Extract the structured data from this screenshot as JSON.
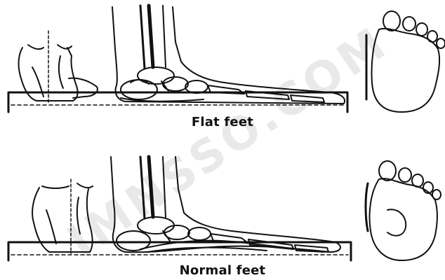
{
  "captions": {
    "flat": "Flat feet",
    "normal": "Normal feet"
  },
  "watermark": "IMNSSO.COM",
  "colors": {
    "ink": "#111111",
    "background": "#ffffff",
    "watermark": "#e9e9e9"
  }
}
